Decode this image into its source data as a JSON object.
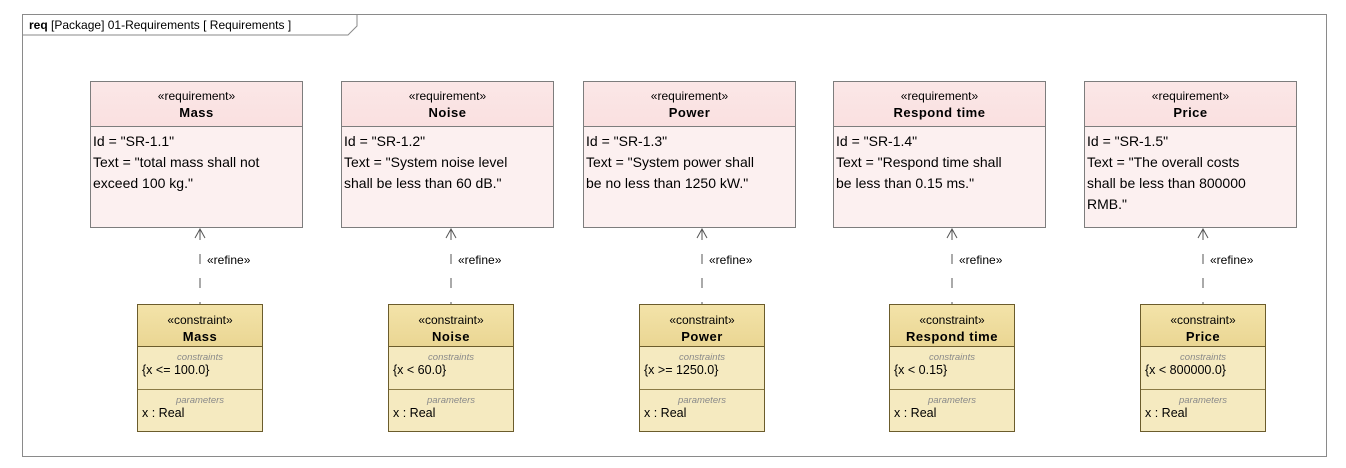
{
  "frame": {
    "keyword": "req",
    "title": "[Package] 01-Requirements [ Requirements ]"
  },
  "requirement_stereotype": "«requirement»",
  "constraint_stereotype": "«constraint»",
  "refine_label": "«refine»",
  "compartments": {
    "constraints": "constraints",
    "parameters": "parameters"
  },
  "requirements": [
    {
      "name": "Mass",
      "id_line": "Id = \"SR-1.1\"",
      "text_lines": [
        "Text = \"total mass shall not",
        "exceed 100 kg.\""
      ]
    },
    {
      "name": "Noise",
      "id_line": "Id = \"SR-1.2\"",
      "text_lines": [
        "Text = \"System noise level",
        "shall be less than 60 dB.\""
      ]
    },
    {
      "name": "Power",
      "id_line": "Id = \"SR-1.3\"",
      "text_lines": [
        "Text = \"System power shall",
        "be no less than 1250 kW.\""
      ]
    },
    {
      "name": "Respond time",
      "id_line": "Id = \"SR-1.4\"",
      "text_lines": [
        "Text = \"Respond time shall",
        "be less than 0.15 ms.\""
      ]
    },
    {
      "name": "Price",
      "id_line": "Id = \"SR-1.5\"",
      "text_lines": [
        "Text = \"The overall costs",
        "shall be less than 800000",
        "RMB.\""
      ]
    }
  ],
  "constraints": [
    {
      "name": "Mass",
      "constraint": "{x <= 100.0}",
      "parameter": "x : Real"
    },
    {
      "name": "Noise",
      "constraint": "{x < 60.0}",
      "parameter": "x : Real"
    },
    {
      "name": "Power",
      "constraint": "{x >= 1250.0}",
      "parameter": "x : Real"
    },
    {
      "name": "Respond time",
      "constraint": "{x < 0.15}",
      "parameter": "x : Real"
    },
    {
      "name": "Price",
      "constraint": "{x < 800000.0}",
      "parameter": "x : Real"
    }
  ]
}
